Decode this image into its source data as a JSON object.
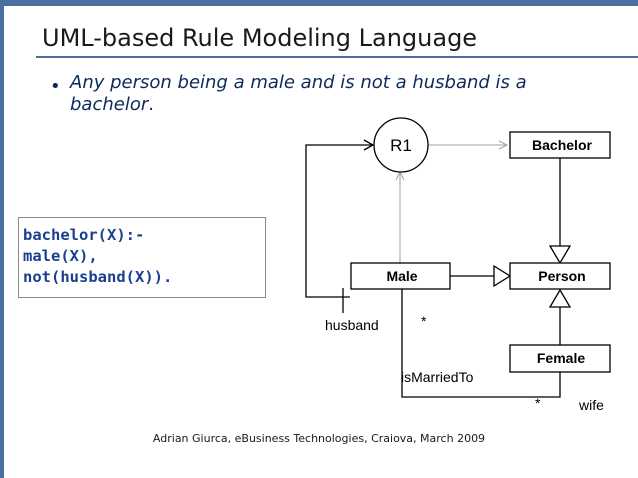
{
  "slide": {
    "title": "UML-based Rule Modeling Language",
    "bullet_marker": "•",
    "bullet_text_italic": "Any person being a male and is not a husband is a bachelor",
    "bullet_text_end": ".",
    "code_lines": [
      "bachelor(X):-",
      "male(X),",
      "not(husband(X))."
    ],
    "footer": "Adrian Giurca, eBusiness Technologies, Craiova, March 2009"
  },
  "diagram": {
    "rule": "R1",
    "classes": {
      "bachelor": "Bachelor",
      "male": "Male",
      "person": "Person",
      "female": "Female"
    },
    "labels": {
      "husband": "husband",
      "husband_mult": "*",
      "association": "isMarriedTo",
      "wife_mult": "*",
      "wife": "wife"
    }
  },
  "colors": {
    "frame": "#4a6fa0",
    "title_rule": "#4a6fa0",
    "text": "#0e2a5c",
    "code": "#1a3f8f",
    "line": "#000000",
    "dependency": "#a0a0a0"
  }
}
